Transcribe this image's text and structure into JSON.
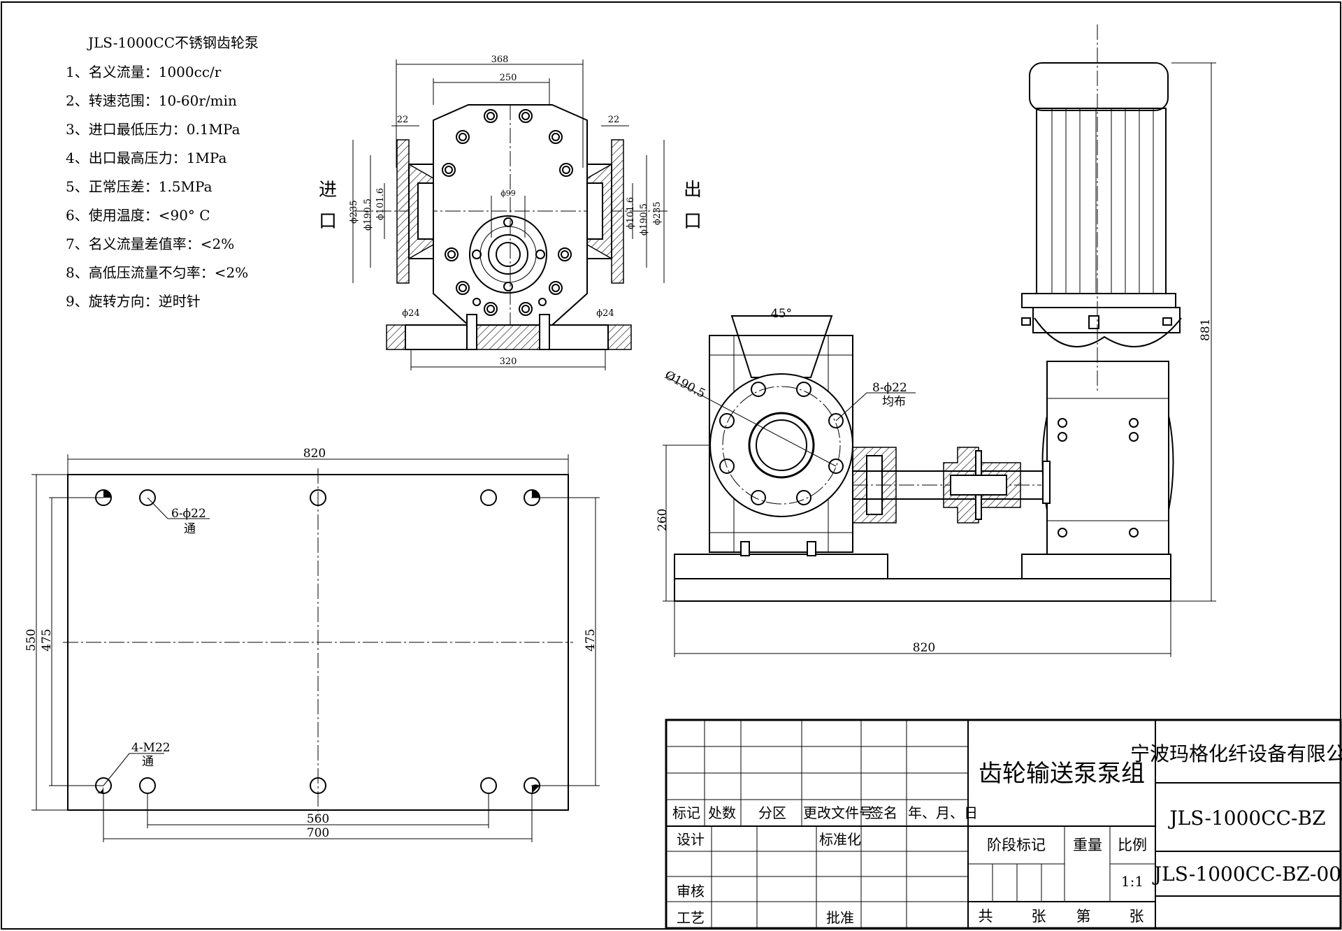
{
  "spec": {
    "title": "JLS-1000CC不锈钢齿轮泵",
    "items": [
      "1、名义流量：1000cc/r",
      "2、转速范围：10-60r/min",
      "3、进口最低压力：0.1MPa",
      "4、出口最高压力：1MPa",
      "5、正常压差：1.5MPa",
      "6、使用温度：<90° C",
      "7、名义流量差值率：<2%",
      "8、高低压流量不匀率：<2%",
      "9、旋转方向：逆时针"
    ]
  },
  "pump_view": {
    "inlet_label": [
      "进",
      "口"
    ],
    "outlet_label": [
      "出",
      "口"
    ],
    "dims": {
      "overall_width": "368",
      "body_width": "250",
      "flange_left": "22",
      "flange_right": "22",
      "d235_left": "ϕ235",
      "d190_left": "ϕ190.5",
      "d101_left": "ϕ101.6",
      "d101_right": "ϕ101.6",
      "d190_right": "ϕ190.5",
      "d235_right": "ϕ235",
      "shaft": "ϕ99",
      "hole_left": "ϕ24",
      "hole_right": "ϕ24",
      "base_span": "320"
    }
  },
  "base_view": {
    "width": "820",
    "height": "550",
    "inner_height_left": "475",
    "inner_height_right": "475",
    "holes_note": "6-ϕ22",
    "holes_note2": "通",
    "thread_note": "4-M22",
    "thread_note2": "通",
    "span_560": "560",
    "span_700": "700"
  },
  "assembly_view": {
    "angle": "45°",
    "bolt_circle": "Ø190.5",
    "bolt_note": "8-ϕ22",
    "bolt_note2": "均布",
    "shaft_height": "260",
    "total_width": "820",
    "total_height": "881"
  },
  "title_block": {
    "col_headers": [
      "标记",
      "处数",
      "分区",
      "更改文件号",
      "签名",
      "年、月、日"
    ],
    "design": "设计",
    "standardize": "标准化",
    "review": "审核",
    "process": "工艺",
    "approve": "批准",
    "drawing_name": "齿轮输送泵泵组",
    "stage_mark": "阶段标记",
    "weight": "重量",
    "scale": "比例",
    "scale_value": "1:1",
    "total": "共",
    "sheets": "张",
    "page": "第",
    "sheet2": "张",
    "company": "宁波玛格化纤设备有限公司",
    "model": "JLS-1000CC-BZ",
    "drawing_no": "JLS-1000CC-BZ-00"
  }
}
